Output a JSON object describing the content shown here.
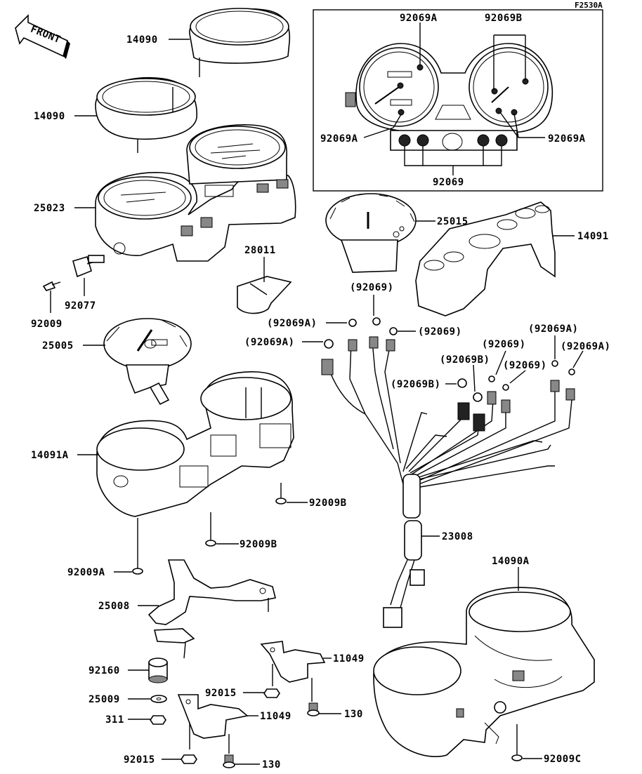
{
  "diagram_code": "F2530A",
  "front_arrow": {
    "text": "FRONT"
  },
  "labels": {
    "l14090_top": "14090",
    "l14090_mid": "14090",
    "l25023": "25023",
    "l28011": "28011",
    "l92077": "92077",
    "l92009": "92009",
    "l25005": "25005",
    "l14091A": "14091A",
    "l92009A": "92009A",
    "l92009B_1": "92009B",
    "l92009B_2": "92009B",
    "l25008": "25008",
    "l92160": "92160",
    "l25009": "25009",
    "l311": "311",
    "l92015_1": "92015",
    "l92015_2": "92015",
    "l11049_1": "11049",
    "l11049_2": "11049",
    "l130_1": "130",
    "l130_2": "130",
    "l25015": "25015",
    "l14091": "14091",
    "l23008": "23008",
    "l14090A": "14090A",
    "l92009C": "92009C",
    "inset_92069A_top": "92069A",
    "inset_92069B_top": "92069B",
    "inset_92069A_left": "92069A",
    "inset_92069A_right": "92069A",
    "inset_92069_bottom": "92069",
    "w_92069_a": "(92069)",
    "w_92069A_a": "(92069A)",
    "w_92069_b": "(92069)",
    "w_92069A_b": "(92069A)",
    "w_92069A_c": "(92069A)",
    "w_92069_c": "(92069)",
    "w_92069A_d": "(92069A)",
    "w_92069B_a": "(92069B)",
    "w_92069_d": "(92069)",
    "w_92069B_b": "(92069B)"
  }
}
